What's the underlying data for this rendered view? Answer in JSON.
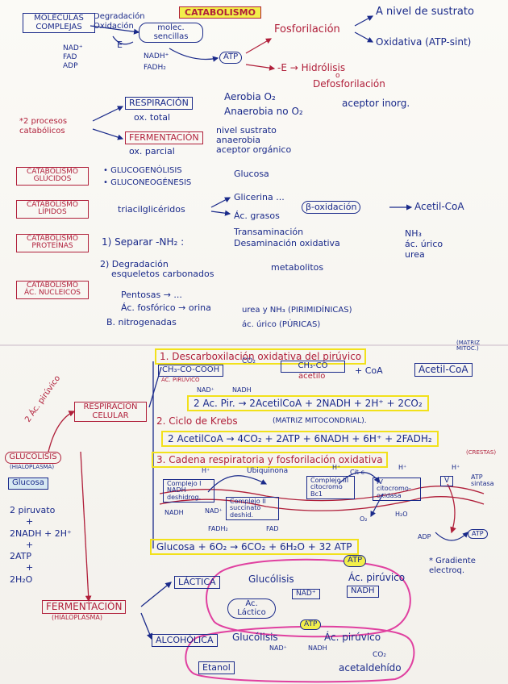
{
  "top": {
    "title": "CATABOLISMO",
    "moleculas": "MOLÉCULAS COMPLEJAS",
    "degradacion": "Degradación",
    "oxidacion": "Oxidación",
    "moleculas_sencillas": "molec. sencillas",
    "e": "E",
    "nad": "NAD⁺",
    "fad": "FAD",
    "adp": "ADP",
    "nadh": "NADH⁺",
    "fadh2": "FADH₂",
    "atp": "ATP",
    "fosforilacion": "Fosforilación",
    "a_nivel_sustrato": "A nivel de sustrato",
    "oxidativa": "Oxidativa (ATP-sint)",
    "hidrolisis": "-E → Hidrólisis",
    "o": "o",
    "desfosforilacion": "Defosforilación"
  },
  "procesos": {
    "label": "*2 procesos catabólicos",
    "respiracion": "RESPIRACIÓN",
    "ox_total": "ox. total",
    "aerobia": "Aerobia O₂",
    "anaerobia": "Anaerobia no O₂",
    "aceptor_inorg": "aceptor inorg.",
    "fermentacion": "FERMENTACIÓN",
    "ox_parcial": "ox. parcial",
    "nivel_sustrato": "nivel sustrato",
    "anaerobia2": "anaerobia",
    "aceptor_organico": "aceptor orgánico"
  },
  "glucidos": {
    "label": "CATABOLISMO GLÚCIDOS",
    "glucogenolisis": "• GLUCOGENÓLISIS",
    "gluconeogenesis": "• GLUCONEOGÉNESIS",
    "glucosa": "Glucosa"
  },
  "lipidos": {
    "label": "CATABOLISMO LÍPIDOS",
    "triacilgliceridos": "triacilglicéridos",
    "glicerina": "Glicerina ...",
    "ac_grasos": "Ác. grasos",
    "beta_ox": "β-oxidación",
    "acetil_coa": "Acetil-CoA"
  },
  "proteinas": {
    "label": "CATABOLISMO PROTEÍNAS",
    "separar": "1) Separar -NH₂ :",
    "transaminacion": "Transaminación",
    "desaminacion": "Desaminación oxidativa",
    "nh3": "NH₃",
    "ac_urico": "ác. úrico",
    "urea": "urea",
    "degradacion": "2) Degradación",
    "esqueletos": "esqueletos carbonados",
    "metabolitos": "metabolitos"
  },
  "nucleicos": {
    "label": "CATABOLISMO ÁC. NUCLEICOS",
    "pentosas": "Pentosas → ...",
    "ac_fosforico": "Ác. fosfórico → orina",
    "b_nitrogenadas": "B. nitrogenadas",
    "urea_nh3": "urea y NH₃ (PIRIMIDÍNICAS)",
    "ac_urico_purinas": "ác. úrico (PÚRICAS)"
  },
  "respiracion_celular": {
    "label": "RESPIRACIÓN CELULAR",
    "ac_piruvico": "2 Ác. pirúvico",
    "paso1": "1. Descarboxilación oxidativa del pirúvico",
    "matriz": "(MATRIZ MITOC.)",
    "ch3_co_cooh": "CH₃-CO-COOH",
    "ac_piruvico_small": "ÁC. PIRÚVICO",
    "co2": "CO₂",
    "ch3_co_acetilo": "CH₃-CO",
    "acetilo": "acetilo",
    "coa": "+ CoA",
    "acetil_coa": "Acetil-CoA",
    "nad_plus": "NAD⁺",
    "nadh": "NADH",
    "eq1": "2 Ac. Pir. → 2AcetilCoA + 2NADH + 2H⁺ + 2CO₂",
    "paso2": "2. Ciclo de Krebs",
    "matriz2": "(MATRIZ MITOCONDRIAL).",
    "eq2": "2 AcetilCoA → 4CO₂ + 2ATP + 6NADH + 6H⁺ + 2FADH₂",
    "paso3": "3. Cadena respiratoria y fosforilación oxidativa",
    "crestas": "(CRESTAS)",
    "ubiquinona": "Ubiquinona",
    "complejo1": "Complejo I NADH deshidrog.",
    "complejo2": "Complejo II succinato deshid.",
    "complejo3": "Complejo III citocromo Bc1",
    "complejo4": "IV citocromo-oxidasa",
    "complejo5": "V",
    "atp_sintasa": "ATP sintasa",
    "cit_c": "Cit c",
    "h_plus": "H⁺",
    "nadh_c": "NADH",
    "nad_c": "NAD⁺",
    "fadh2": "FADH₂",
    "fad": "FAD",
    "o2": "O₂",
    "h2o": "H₂O",
    "adp": "ADP",
    "atp": "ATP",
    "eq3": "Glucosa + 6O₂ → 6CO₂ + 6H₂O + 32 ATP",
    "gradiente": "* Gradiente electroq."
  },
  "glucolisis": {
    "label": "GLUCÓLISIS",
    "hialoplasma": "(HIALOPLASMA)",
    "glucosa": "Glucosa",
    "productos": [
      "2 piruvato",
      "+",
      "2NADH + 2H⁺",
      "+",
      "2ATP",
      "+",
      "2H₂O"
    ]
  },
  "fermentacion": {
    "label": "FERMENTACIÓN",
    "hialoplasma": "(HIALOPLASMA)",
    "lactica": "LÁCTICA",
    "glucolisis": "Glucólisis",
    "ac_piruvico": "Ác. pirúvico",
    "nad_plus": "NAD⁺",
    "nadh": "NADH",
    "atp": "ATP",
    "ac_lactico": "Ác. Láctico",
    "alcoholica": "ALCOHÓLICA",
    "glucolisis2": "Glucólisis",
    "ac_piruvico2": "Ác. pirúvico",
    "atp2": "ATP",
    "nad2": "NAD⁺",
    "nadh2": "NADH",
    "co2": "CO₂",
    "etanol": "Etanol",
    "acetaldehido": "acetaldehído"
  }
}
